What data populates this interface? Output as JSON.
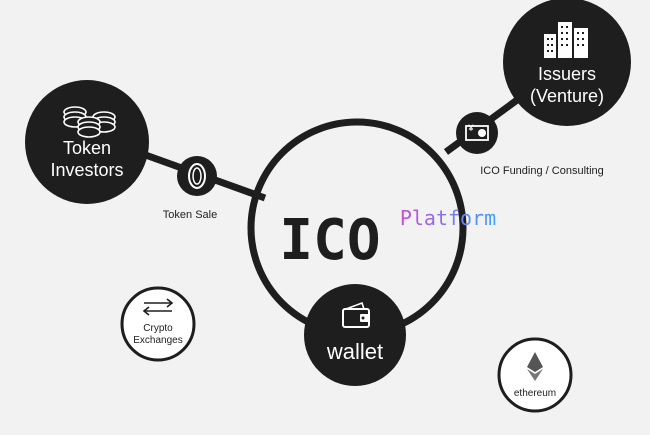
{
  "colors": {
    "background": "#f2f2f2",
    "dark": "#1e1e1e",
    "light_text": "#ffffff",
    "platform_gradient_start": "#c84fd6",
    "platform_gradient_end": "#3aa0ff"
  },
  "center": {
    "ico_label": "ICO",
    "platform_label": "Platform"
  },
  "nodes": {
    "investors": {
      "line1": "Token",
      "line2": "Investors",
      "icon": "coins-icon"
    },
    "issuers": {
      "line1": "Issuers",
      "line2": "(Venture)",
      "icon": "buildings-icon"
    },
    "wallet": {
      "label": "wallet",
      "icon": "wallet-icon"
    },
    "exchanges": {
      "line1": "Crypto",
      "line2": "Exchanges",
      "icon": "exchange-arrows-icon"
    },
    "ethereum": {
      "label": "ethereum",
      "icon": "ethereum-icon"
    }
  },
  "connectors": {
    "token_sale": {
      "label": "Token Sale",
      "icon": "token-coin-icon"
    },
    "funding": {
      "label": "ICO Funding / Consulting",
      "icon": "yen-banknote-icon"
    }
  }
}
